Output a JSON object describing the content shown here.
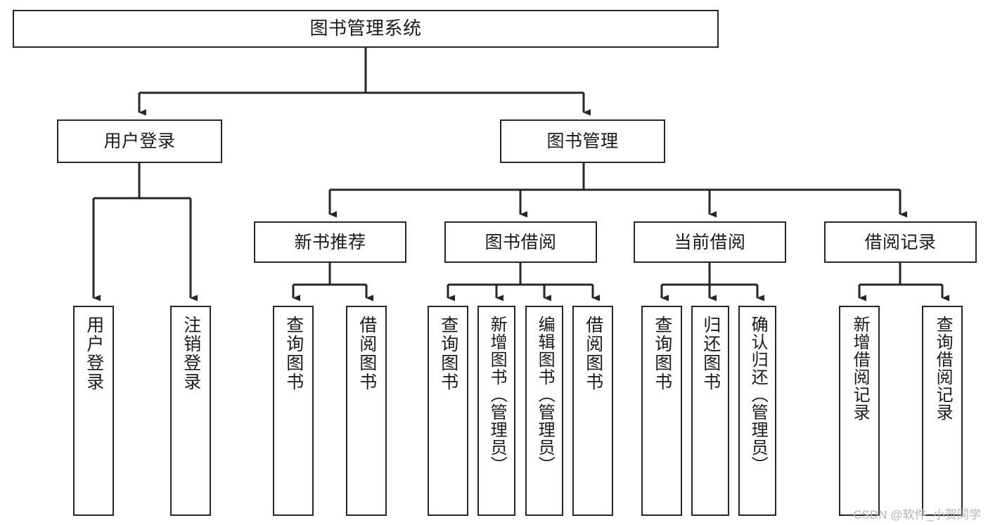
{
  "diagram": {
    "title": "图书管理系统",
    "type": "tree-hierarchy-chart",
    "root": {
      "id": "root",
      "label": "图书管理系统"
    },
    "level2": [
      {
        "id": "user-login",
        "label": "用户登录"
      },
      {
        "id": "book-management",
        "label": "图书管理"
      }
    ],
    "level3": [
      {
        "id": "new-book-recommend",
        "label": "新书推荐",
        "parent": "book-management"
      },
      {
        "id": "book-borrow",
        "label": "图书借阅",
        "parent": "book-management"
      },
      {
        "id": "current-borrow",
        "label": "当前借阅",
        "parent": "book-management"
      },
      {
        "id": "borrow-record",
        "label": "借阅记录",
        "parent": "book-management"
      }
    ],
    "leaves": [
      {
        "id": "leaf-user-login",
        "label": "用户登录",
        "parent": "user-login"
      },
      {
        "id": "leaf-user-logout",
        "label": "注销登录",
        "parent": "user-login"
      },
      {
        "id": "leaf-query-book-1",
        "label": "查询图书",
        "parent": "new-book-recommend"
      },
      {
        "id": "leaf-borrow-book-1",
        "label": "借阅图书",
        "parent": "new-book-recommend"
      },
      {
        "id": "leaf-query-book-2",
        "label": "查询图书",
        "parent": "book-borrow"
      },
      {
        "id": "leaf-add-book",
        "label": "新增图书（管理员）",
        "parent": "book-borrow"
      },
      {
        "id": "leaf-edit-book",
        "label": "编辑图书（管理员）",
        "parent": "book-borrow"
      },
      {
        "id": "leaf-borrow-book-2",
        "label": "借阅图书",
        "parent": "book-borrow"
      },
      {
        "id": "leaf-query-book-3",
        "label": "查询图书",
        "parent": "current-borrow"
      },
      {
        "id": "leaf-return-book",
        "label": "归还图书",
        "parent": "current-borrow"
      },
      {
        "id": "leaf-confirm-return",
        "label": "确认归还（管理员）",
        "parent": "current-borrow"
      },
      {
        "id": "leaf-add-record",
        "label": "新增借阅记录",
        "parent": "borrow-record"
      },
      {
        "id": "leaf-query-record",
        "label": "查询借阅记录",
        "parent": "borrow-record"
      }
    ],
    "colors": {
      "stroke": "#262626",
      "fill": "#ffffff",
      "text": "#1a1a1a",
      "watermark": "#b4b4b4"
    }
  },
  "watermark": {
    "text": "CSDN @软件_小贺同学"
  }
}
